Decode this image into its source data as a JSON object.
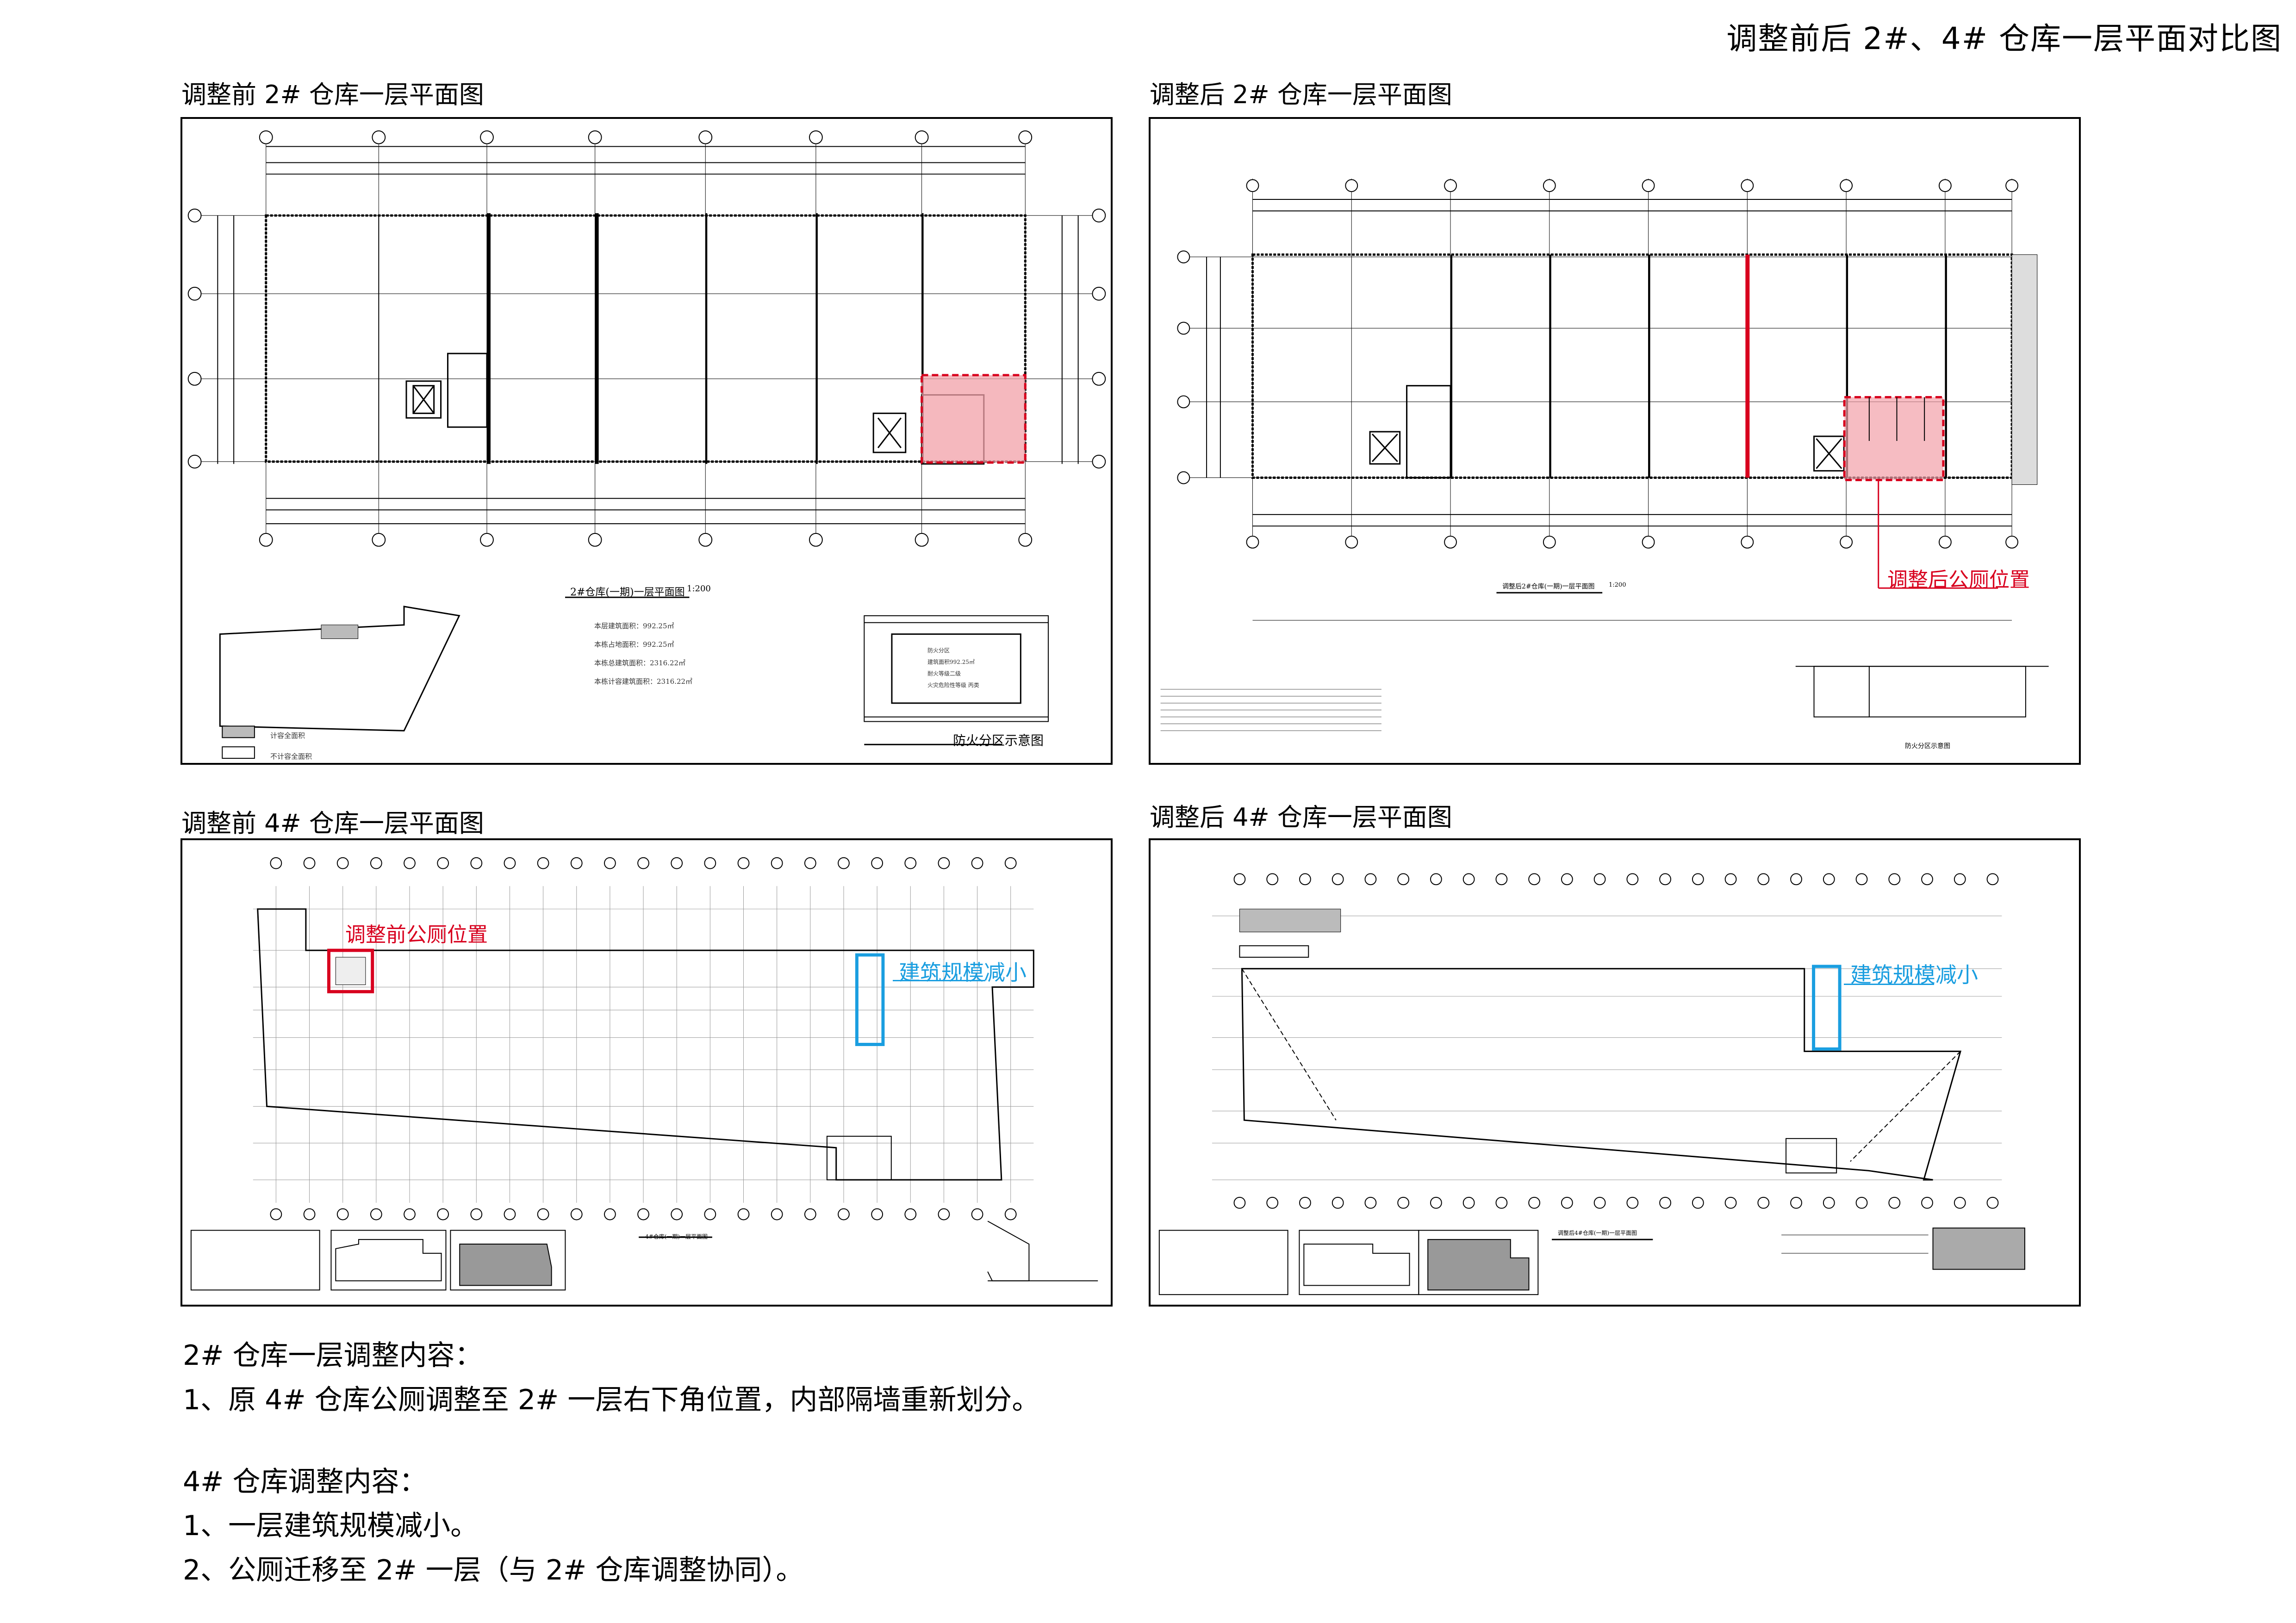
{
  "main_title": "调整前后 2#、4# 仓库一层平面对比图",
  "captions": {
    "top_left": "调整前 2# 仓库一层平面图",
    "top_right": "调整后 2# 仓库一层平面图",
    "bottom_left": "调整前 4# 仓库一层平面图",
    "bottom_right": "调整后 4# 仓库一层平面图"
  },
  "plan_tl": {
    "drawing_title": "2#仓库(一期)一层平面图",
    "scale": "1:200",
    "area_lines": [
      "本层建筑面积：992.25㎡",
      "本栋占地面积：992.25㎡",
      "本栋总建筑面积：2316.22㎡",
      "本栋计容建筑面积：2316.22㎡"
    ],
    "legend": [
      "计容全面积",
      "不计容全面积"
    ],
    "fire_zone_title": "防火分区示意图",
    "fire_zone_lines": [
      "防火分区",
      "建筑面积992.25㎡",
      "耐火等级二级",
      "火灾危险性等级 丙类"
    ]
  },
  "plan_tr": {
    "drawing_title": "调整后2#仓库(一期)一层平面图",
    "scale": "1:200",
    "fire_zone_title": "防火分区示意图",
    "annotation": "调整后公厕位置"
  },
  "plan_bl": {
    "drawing_title": "4#仓库(一期)一层平面图",
    "annotation_toilet": "调整前公厕位置",
    "annotation_scale": "建筑规模减小"
  },
  "plan_br": {
    "drawing_title": "调整后4#仓库(一期)一层平面图",
    "annotation_scale": "建筑规模减小"
  },
  "description": {
    "heading_2": "2# 仓库一层调整内容：",
    "item_2_1": "1、原 4# 仓库公厕调整至 2# 一层右下角位置，内部隔墙重新划分。",
    "heading_4": "4# 仓库调整内容：",
    "item_4_1": "1、一层建筑规模减小。",
    "item_4_2": "2、公厕迁移至 2# 一层（与 2# 仓库调整协同）。"
  },
  "colors": {
    "red": "#d8001e",
    "blue": "#1a9ee0",
    "pink": "#f2a0a8"
  }
}
